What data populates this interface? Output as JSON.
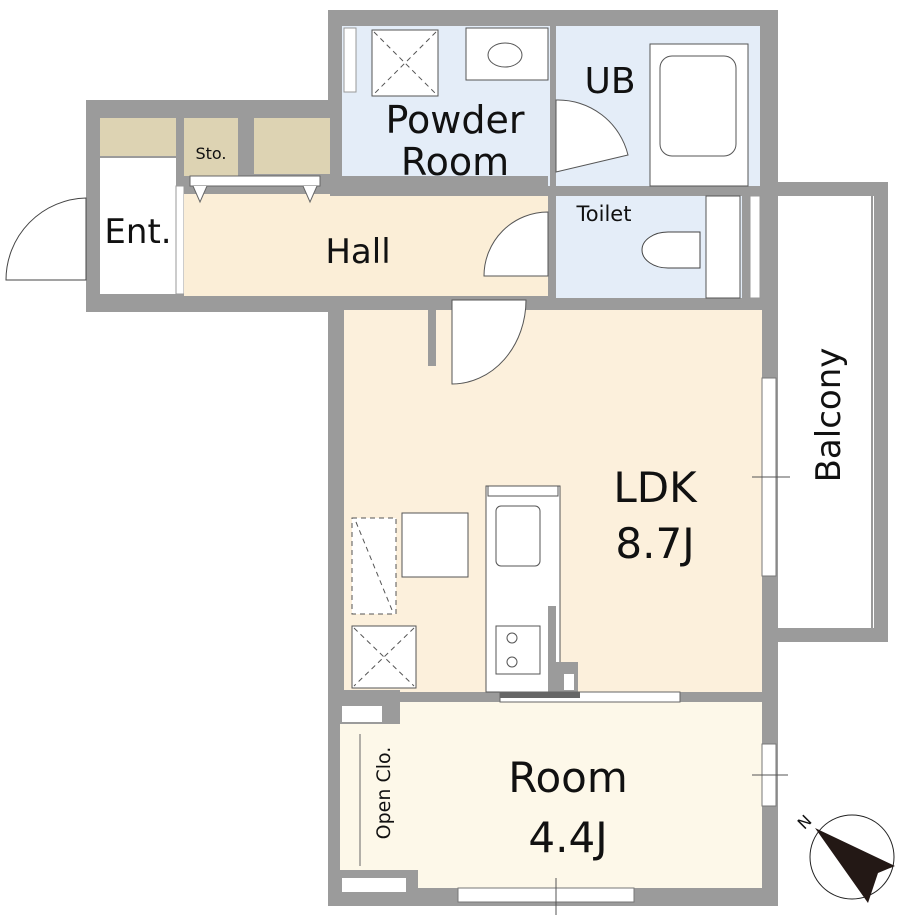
{
  "rooms": {
    "powder_room": {
      "line1": "Powder",
      "line2": "Room"
    },
    "unit_bath": "UB",
    "toilet": "Toilet",
    "storage": "Sto.",
    "entrance": "Ent.",
    "hall": "Hall",
    "ldk": {
      "name": "LDK",
      "size": "8.7J"
    },
    "room": {
      "name": "Room",
      "size": "4.4J"
    },
    "open_closet": "Open Clo.",
    "balcony": "Balcony"
  },
  "compass": {
    "north_label": "N"
  },
  "colors": {
    "wall": "#9b9b9b",
    "wet_area": "#e4edf8",
    "hall": "#fbeed7",
    "ldk": "#fcf0dc",
    "room": "#fdf8e9",
    "storage": "#ddd3b3"
  }
}
